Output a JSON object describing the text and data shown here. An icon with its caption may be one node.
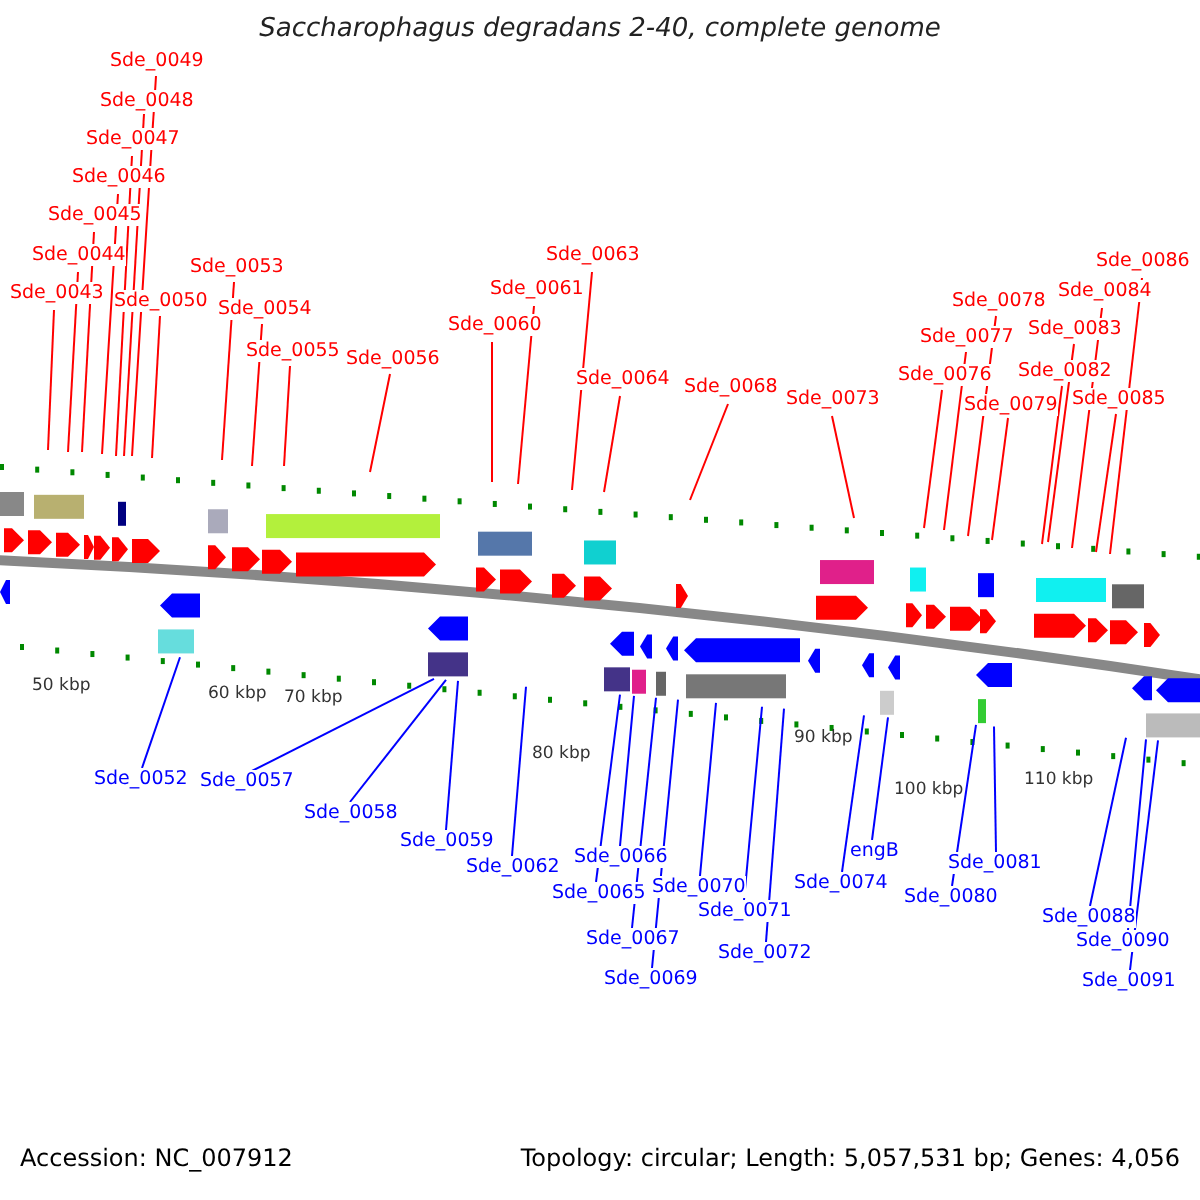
{
  "diagram": {
    "title": "Saccharophagus degradans 2-40, complete genome",
    "nodes": [
      {
        "text": [
          "Sde_0043"
        ]
      },
      {
        "text": [
          "Sde_0044"
        ]
      },
      {
        "text": [
          "Sde_0045"
        ]
      },
      {
        "text": [
          "Sde_0046"
        ]
      },
      {
        "text": [
          "Sde_0047"
        ]
      },
      {
        "text": [
          "Sde_0048"
        ]
      },
      {
        "text": [
          "Sde_0049"
        ]
      },
      {
        "text": [
          "Sde_0050"
        ]
      },
      {
        "text": [
          "Sde_0053"
        ]
      },
      {
        "text": [
          "Sde_0054"
        ]
      },
      {
        "text": [
          "Sde_0055"
        ]
      },
      {
        "text": [
          "Sde_0056"
        ]
      },
      {
        "text": [
          "Sde_0060"
        ]
      },
      {
        "text": [
          "Sde_0061"
        ]
      },
      {
        "text": [
          "Sde_0063"
        ]
      },
      {
        "text": [
          "Sde_0064"
        ]
      },
      {
        "text": [
          "Sde_0068"
        ]
      },
      {
        "text": [
          "Sde_0073"
        ]
      },
      {
        "text": [
          "Sde_0076"
        ]
      },
      {
        "text": [
          "Sde_0077"
        ]
      },
      {
        "text": [
          "Sde_0078"
        ]
      },
      {
        "text": [
          "Sde_0079"
        ]
      },
      {
        "text": [
          "Sde_0082"
        ]
      },
      {
        "text": [
          "Sde_0083"
        ]
      },
      {
        "text": [
          "Sde_0084"
        ]
      },
      {
        "text": [
          "Sde_0085"
        ]
      },
      {
        "text": [
          "Sde_0086"
        ]
      },
      {
        "text": [
          "Sde_0052"
        ]
      },
      {
        "text": [
          "Sde_0057"
        ]
      },
      {
        "text": [
          "Sde_0058"
        ]
      },
      {
        "text": [
          "Sde_0059"
        ]
      },
      {
        "text": [
          "Sde_0062"
        ]
      },
      {
        "text": [
          "Sde_0065"
        ]
      },
      {
        "text": [
          "Sde_0066"
        ]
      },
      {
        "text": [
          "Sde_0067"
        ]
      },
      {
        "text": [
          "Sde_0069"
        ]
      },
      {
        "text": [
          "Sde_0070"
        ]
      },
      {
        "text": [
          "Sde_0071"
        ]
      },
      {
        "text": [
          "Sde_0072"
        ]
      },
      {
        "text": [
          "engB"
        ]
      },
      {
        "text": [
          "Sde_0074"
        ]
      },
      {
        "text": [
          "Sde_0080"
        ]
      },
      {
        "text": [
          "Sde_0081"
        ]
      },
      {
        "text": [
          "Sde_0088"
        ]
      },
      {
        "text": [
          "Sde_0090"
        ]
      },
      {
        "text": [
          "Sde_0091"
        ]
      }
    ],
    "edges": [
      {
        "from": 0,
        "to": null,
        "arrow": "none"
      },
      {
        "from": 1,
        "to": null,
        "arrow": "none"
      },
      {
        "from": 2,
        "to": null,
        "arrow": "none"
      },
      {
        "from": 3,
        "to": null,
        "arrow": "none"
      },
      {
        "from": 4,
        "to": null,
        "arrow": "none"
      },
      {
        "from": 5,
        "to": null,
        "arrow": "none"
      },
      {
        "from": 6,
        "to": null,
        "arrow": "none"
      },
      {
        "from": 7,
        "to": null,
        "arrow": "none"
      },
      {
        "from": 8,
        "to": null,
        "arrow": "none"
      },
      {
        "from": 9,
        "to": null,
        "arrow": "none"
      },
      {
        "from": 10,
        "to": null,
        "arrow": "none"
      },
      {
        "from": 11,
        "to": null,
        "arrow": "none"
      },
      {
        "from": 12,
        "to": null,
        "arrow": "none"
      },
      {
        "from": 13,
        "to": null,
        "arrow": "none"
      },
      {
        "from": 14,
        "to": null,
        "arrow": "none"
      },
      {
        "from": 15,
        "to": null,
        "arrow": "none"
      },
      {
        "from": 16,
        "to": null,
        "arrow": "none"
      },
      {
        "from": 17,
        "to": null,
        "arrow": "none"
      },
      {
        "from": 18,
        "to": null,
        "arrow": "none"
      },
      {
        "from": 19,
        "to": null,
        "arrow": "none"
      },
      {
        "from": 20,
        "to": null,
        "arrow": "none"
      },
      {
        "from": 21,
        "to": null,
        "arrow": "none"
      },
      {
        "from": 22,
        "to": null,
        "arrow": "none"
      },
      {
        "from": 23,
        "to": null,
        "arrow": "none"
      },
      {
        "from": 24,
        "to": null,
        "arrow": "none"
      },
      {
        "from": 25,
        "to": null,
        "arrow": "none"
      },
      {
        "from": 26,
        "to": null,
        "arrow": "none"
      },
      {
        "from": 27,
        "to": null,
        "arrow": "none",
        "color": "#0000ff"
      },
      {
        "from": 28,
        "to": null,
        "arrow": "none",
        "color": "#0000ff"
      },
      {
        "from": 29,
        "to": null,
        "arrow": "none",
        "color": "#0000ff"
      },
      {
        "from": 30,
        "to": null,
        "arrow": "none",
        "color": "#0000ff"
      },
      {
        "from": 31,
        "to": null,
        "arrow": "none",
        "color": "#0000ff"
      },
      {
        "from": 32,
        "to": null,
        "arrow": "none",
        "color": "#0000ff"
      },
      {
        "from": 33,
        "to": null,
        "arrow": "none",
        "color": "#0000ff"
      },
      {
        "from": 34,
        "to": null,
        "arrow": "none",
        "color": "#0000ff"
      },
      {
        "from": 35,
        "to": null,
        "arrow": "none",
        "color": "#0000ff"
      },
      {
        "from": 36,
        "to": null,
        "arrow": "none",
        "color": "#0000ff"
      },
      {
        "from": 37,
        "to": null,
        "arrow": "none",
        "color": "#0000ff"
      },
      {
        "from": 38,
        "to": null,
        "arrow": "none",
        "color": "#0000ff"
      },
      {
        "from": 39,
        "to": null,
        "arrow": "none",
        "color": "#0000ff"
      },
      {
        "from": 40,
        "to": null,
        "arrow": "none",
        "color": "#0000ff"
      },
      {
        "from": 41,
        "to": null,
        "arrow": "none",
        "color": "#0000ff"
      },
      {
        "from": 42,
        "to": null,
        "arrow": "none",
        "color": "#0000ff"
      },
      {
        "from": 43,
        "to": null,
        "arrow": "none",
        "color": "#0000ff"
      },
      {
        "from": 44,
        "to": null,
        "arrow": "none",
        "color": "#0000ff"
      },
      {
        "from": 45,
        "to": null,
        "arrow": "none",
        "color": "#0000ff"
      }
    ],
    "labels": [
      "50 kbp",
      "60 kbp",
      "70 kbp",
      "80 kbp",
      "90 kbp",
      "100 kbp",
      "110 kbp",
      "Accession: NC_007912",
      "Topology: circular; Length: 5,057,531 bp; Genes: 4,056"
    ]
  }
}
